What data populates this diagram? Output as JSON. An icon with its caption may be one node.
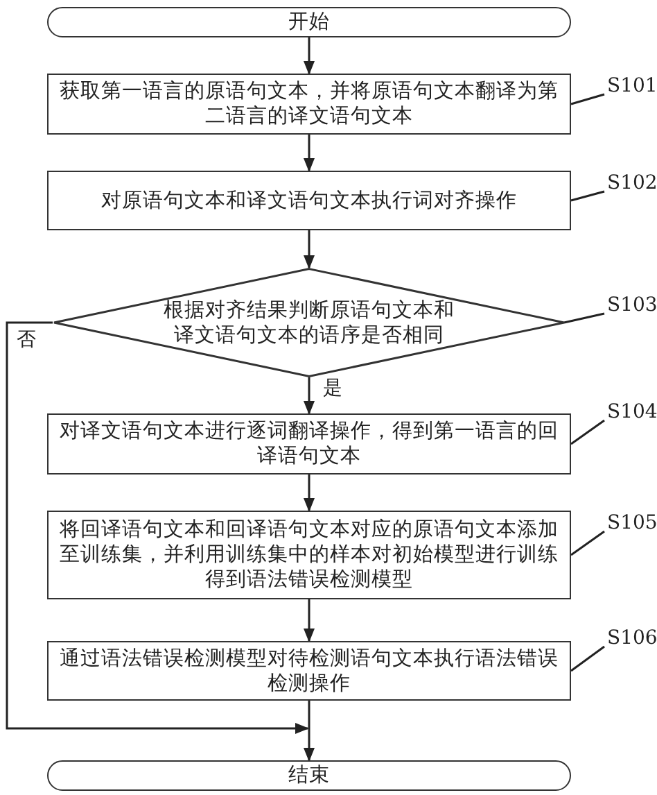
{
  "diagram": {
    "nodes": [
      {
        "text": [
          "开始"
        ]
      },
      {
        "text": [
          "获取第一语言的原语句文本，并将原语句文本翻译为第二语言的译文语句文本"
        ]
      },
      {
        "text": [
          "对原语句文本和译文语句文本执行词对齐操作"
        ]
      },
      {
        "text": [
          "根据对齐结果判断原语句文本和译文语句文本的语序是否相同"
        ]
      },
      {
        "text": [
          "对译文语句文本进行逐词翻译操作，得到第一语言的回译语句文本"
        ]
      },
      {
        "text": [
          "将回译语句文本和回译语句文本对应的原语句文本添加至训练集，并利用训练集中的样本对初始模型进行训练得到语法错误检测模型"
        ]
      },
      {
        "text": [
          "通过语法错误检测模型对待检测语句文本执行语法错误检测操作"
        ]
      },
      {
        "text": [
          "结束"
        ]
      },
      {
        "text": [
          "S101"
        ]
      },
      {
        "text": [
          "S102"
        ]
      },
      {
        "text": [
          "S103"
        ]
      },
      {
        "text": [
          "S104"
        ]
      },
      {
        "text": [
          "S105"
        ]
      },
      {
        "text": [
          "S106"
        ]
      }
    ],
    "edges": [
      {
        "from": 0,
        "to": 1,
        "arrow": "to"
      },
      {
        "from": 1,
        "to": 2,
        "arrow": "to"
      },
      {
        "from": 2,
        "to": 3,
        "arrow": "to"
      },
      {
        "from": 3,
        "to": 4,
        "arrow": "to",
        "label": "是"
      },
      {
        "from": 4,
        "to": 5,
        "arrow": "to"
      },
      {
        "from": 5,
        "to": 6,
        "arrow": "to"
      },
      {
        "from": 6,
        "to": 7,
        "arrow": "to"
      },
      {
        "from": 3,
        "to": 7,
        "arrow": "to",
        "label": "否"
      },
      {
        "from": 8,
        "to": 1,
        "arrow": "none"
      },
      {
        "from": 9,
        "to": 2,
        "arrow": "none"
      },
      {
        "from": 10,
        "to": 3,
        "arrow": "none"
      },
      {
        "from": 11,
        "to": 4,
        "arrow": "none"
      },
      {
        "from": 12,
        "to": 5,
        "arrow": "none"
      },
      {
        "from": 13,
        "to": 6,
        "arrow": "none"
      }
    ]
  }
}
